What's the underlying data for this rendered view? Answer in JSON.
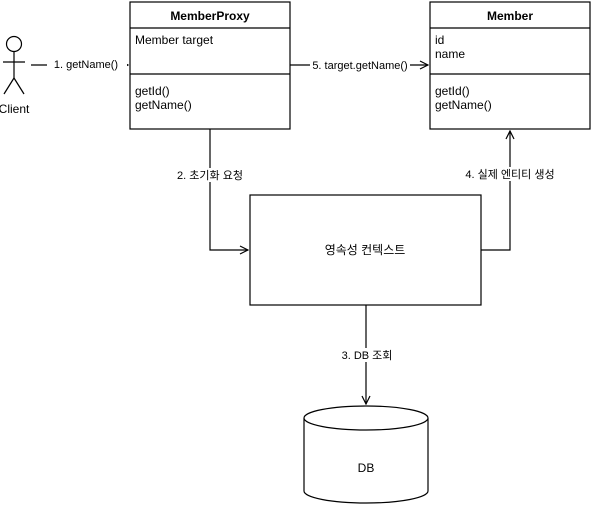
{
  "actor": {
    "label": "Client"
  },
  "proxy_class": {
    "title": "MemberProxy",
    "fields": [
      "Member target"
    ],
    "methods": [
      "getId()",
      "getName()"
    ]
  },
  "member_class": {
    "title": "Member",
    "fields": [
      "id",
      "name"
    ],
    "methods": [
      "getId()",
      "getName()"
    ]
  },
  "persistence_context": {
    "label": "영속성 컨텍스트"
  },
  "database": {
    "label": "DB"
  },
  "arrows": {
    "client_to_proxy": "1. getName()",
    "proxy_to_context": "2. 초기화 요청",
    "context_to_db": "3. DB 조회",
    "context_to_member": "4. 실제 엔티티 생성",
    "proxy_to_member": "5. target.getName()"
  },
  "colors": {
    "stroke": "#000000",
    "fill": "#ffffff",
    "text": "#000000"
  }
}
